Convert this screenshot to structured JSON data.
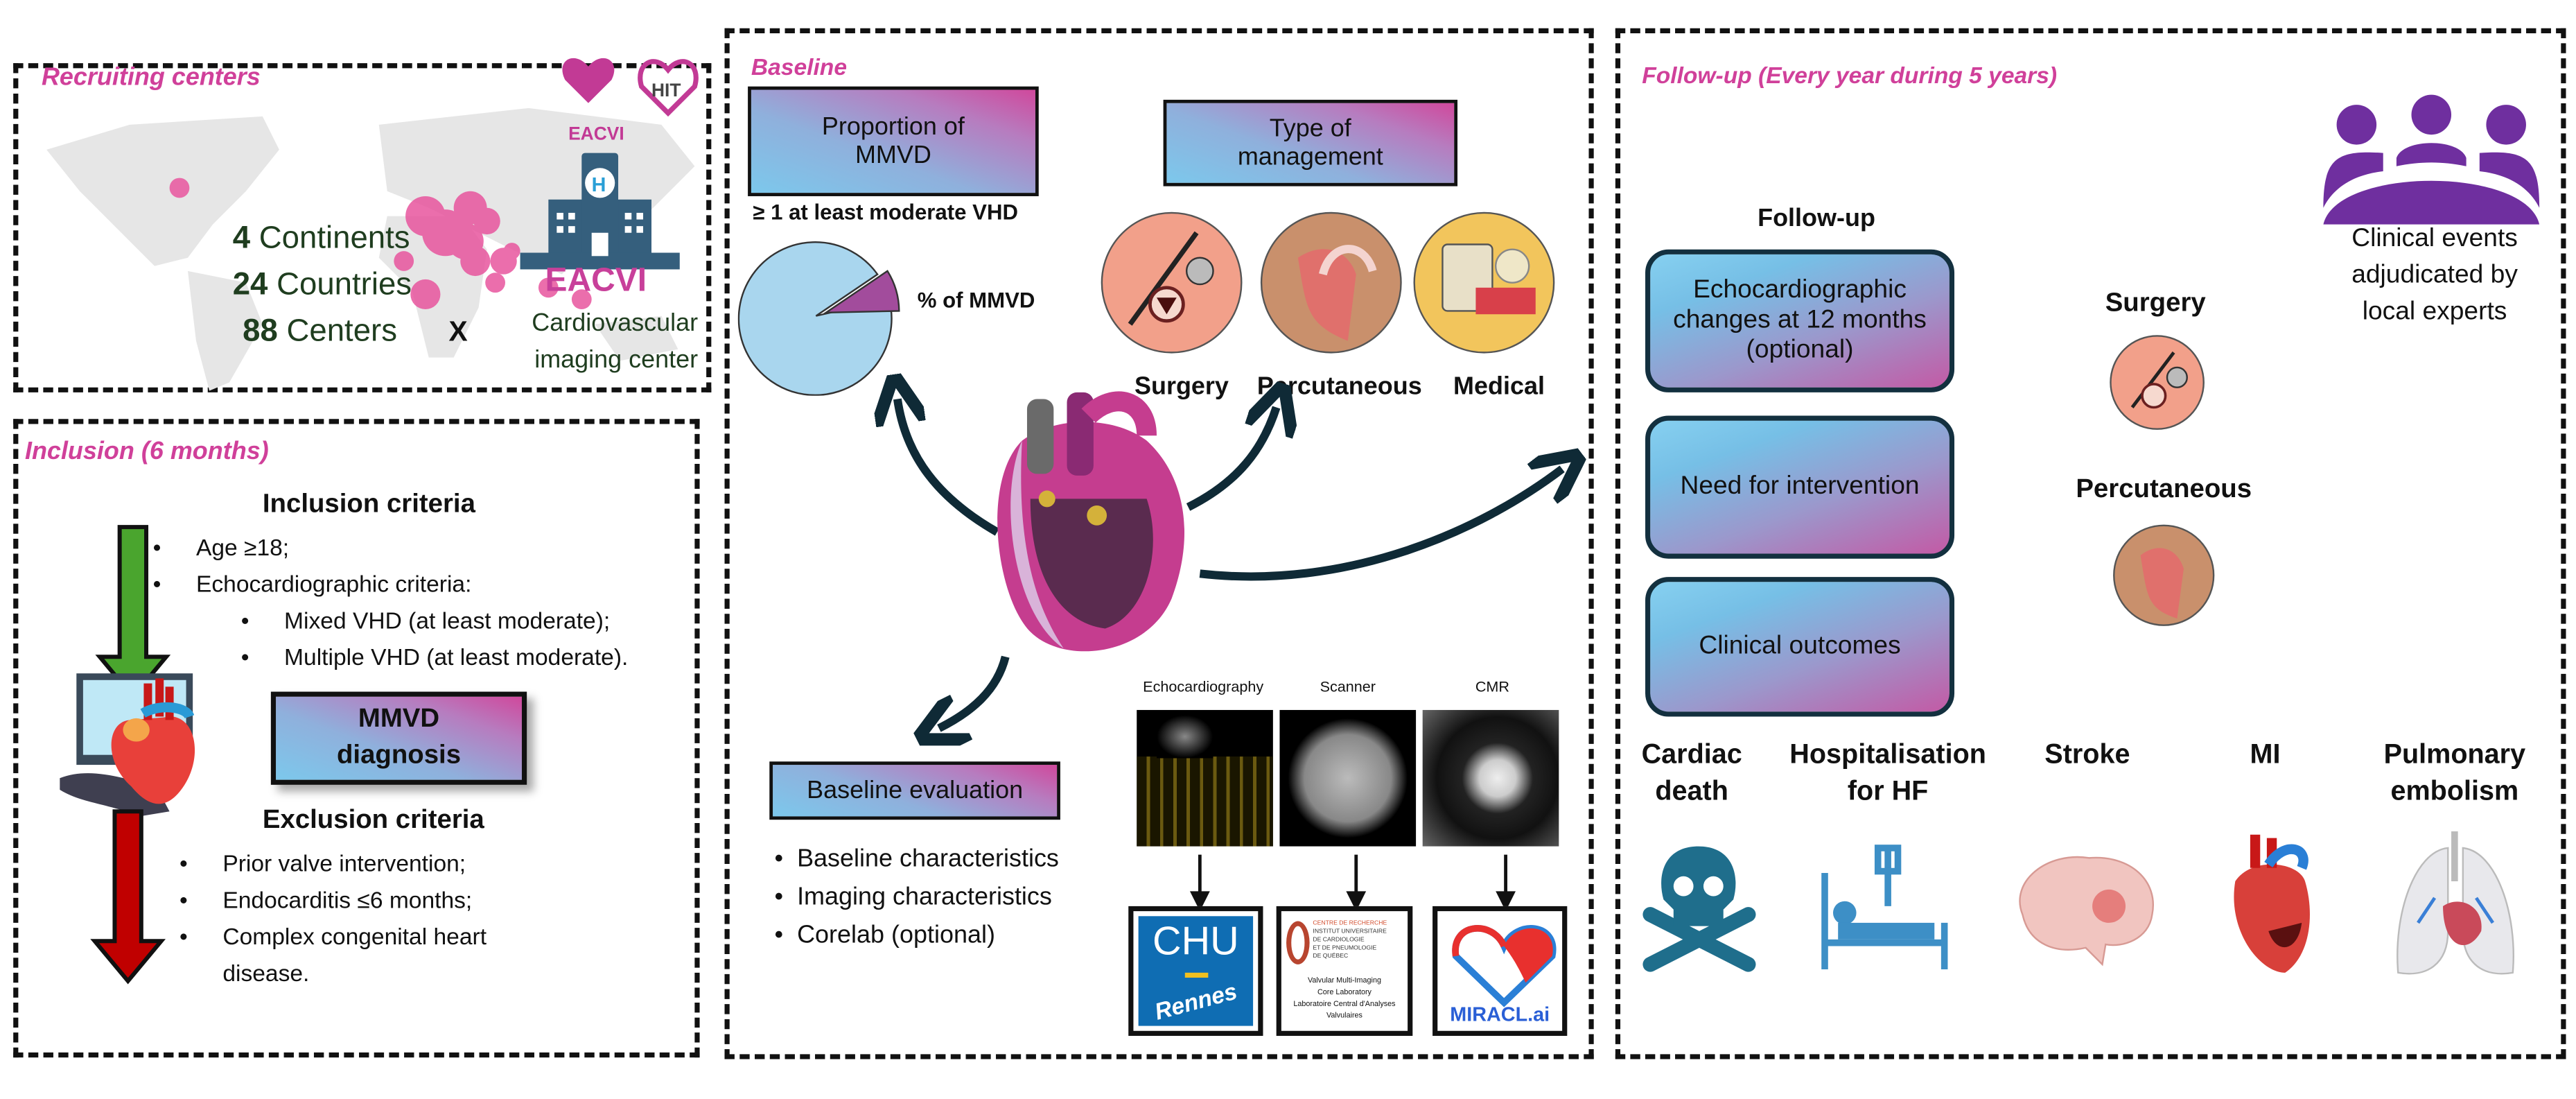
{
  "recruiting": {
    "title": "Recruiting centers",
    "logos": [
      "EACVI",
      "HIT"
    ],
    "stats": [
      {
        "number": "4",
        "label": "Continents"
      },
      {
        "number": "24",
        "label": "Countries"
      },
      {
        "number": "88",
        "label": "Centers"
      }
    ],
    "times": "X",
    "hospital_label": "EACVI",
    "center_type": "Cardiovascular imaging center",
    "colors": {
      "title": "#d0409a",
      "stats": "#1f3d1f",
      "hospital": "#355f7d",
      "map_dots": "#e8559e"
    }
  },
  "inclusion": {
    "title": "Inclusion (6 months)",
    "inclusion_heading": "Inclusion criteria",
    "inclusion_items": [
      "Age ≥18;",
      "Echocardiographic criteria:"
    ],
    "inclusion_subitems": [
      "Mixed VHD (at least moderate);",
      "Multiple VHD (at least moderate)."
    ],
    "diagnosis_box": [
      "MMVD",
      "diagnosis"
    ],
    "exclusion_heading": "Exclusion criteria",
    "exclusion_items": [
      "Prior valve intervention;",
      "Endocarditis ≤6 months;",
      "Complex congenital heart disease."
    ],
    "colors": {
      "up_arrow": "#4aa52e",
      "down_arrow": "#c00000"
    }
  },
  "baseline": {
    "title": "Baseline",
    "proportion_box": "Proportion of MMVD",
    "management_box": "Type of management",
    "pie_caption": "≥ 1 at least moderate VHD",
    "pie_label": "% of MMVD",
    "management": [
      "Surgery",
      "Percutaneous",
      "Medical"
    ],
    "evaluation_box": "Baseline evaluation",
    "evaluation_items": [
      "Baseline characteristics",
      "Imaging characteristics",
      "Corelab (optional)"
    ],
    "imaging": [
      "Echocardiography",
      "Scanner",
      "CMR"
    ],
    "corelabs": {
      "chu": [
        "CHU",
        "Rennes"
      ],
      "iucpq": [
        "CENTRE DE RECHERCHE",
        "INSTITUT UNIVERSITAIRE",
        "DE CARDIOLOGIE",
        "ET DE PNEUMOLOGIE",
        "DE QUÉBEC",
        "Valvular Multi-Imaging",
        "Core Laboratory",
        "Laboratoire Central d'Analyses",
        "Valvulaires"
      ],
      "miracl": "MIRACL.ai"
    }
  },
  "followup": {
    "title": "Follow-up (Every year during 5 years)",
    "heading": "Follow-up",
    "boxes": [
      "Echocardiographic changes at 12 months (optional)",
      "Need for intervention",
      "Clinical outcomes"
    ],
    "interventions": [
      "Surgery",
      "Percutaneous"
    ],
    "adjudication": "Clinical events adjudicated by local experts",
    "events": [
      "Cardiac death",
      "Hospitalisation for HF",
      "Stroke",
      "MI",
      "Pulmonary embolism"
    ],
    "colors": {
      "committee": "#6f2f9f"
    }
  }
}
